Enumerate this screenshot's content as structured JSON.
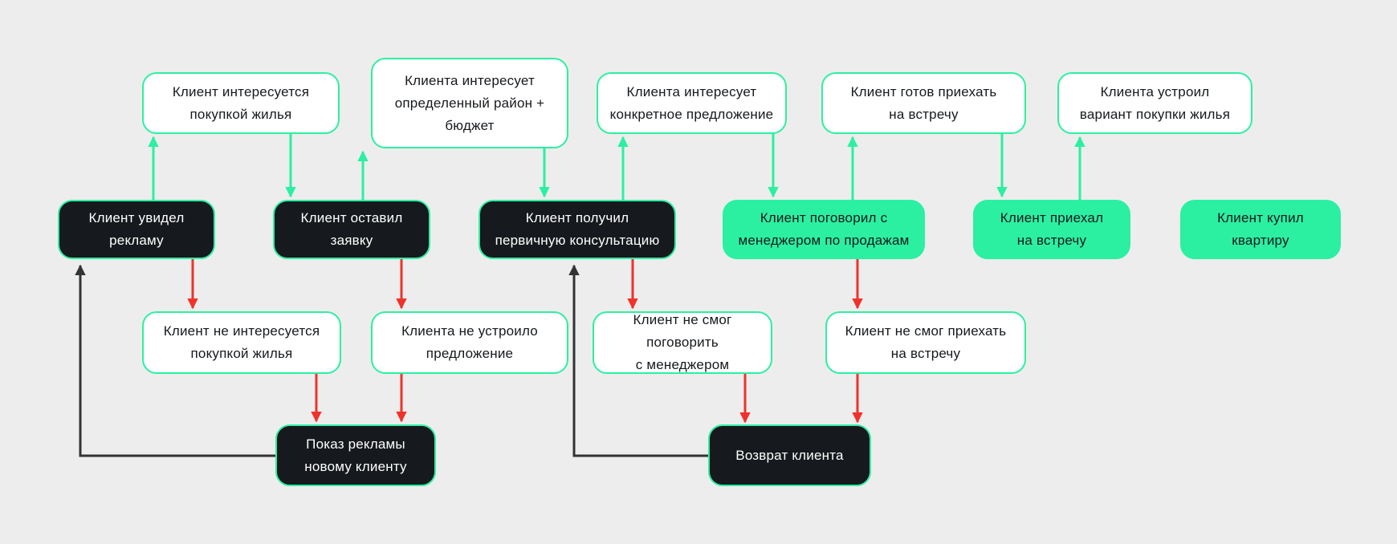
{
  "colors": {
    "green": "#2BF0A2",
    "dark": "#16191D",
    "red": "#F0322B",
    "arrow_black": "#333333",
    "background": "#EDEDED",
    "white": "#FFFFFF"
  },
  "nodes": {
    "top": [
      {
        "label": "Клиент интересуется\nпокупкой жилья"
      },
      {
        "label": "Клиента интересует\nопределенный район +\nбюджет"
      },
      {
        "label": "Клиента интересует\nконкретное предложение"
      },
      {
        "label": "Клиент готов приехать\nна встречу"
      },
      {
        "label": "Клиента устроил\nвариант покупки жилья"
      }
    ],
    "middle": [
      {
        "label": "Клиент увидел\nрекламу"
      },
      {
        "label": "Клиент оставил\nзаявку"
      },
      {
        "label": "Клиент получил\nпервичную консультацию"
      },
      {
        "label": "Клиент поговорил с\nменеджером по продажам"
      },
      {
        "label": "Клиент приехал\nна встречу"
      },
      {
        "label": "Клиент купил\nквартиру"
      }
    ],
    "fail": [
      {
        "label": "Клиент не интересуется\nпокупкой жилья"
      },
      {
        "label": "Клиента не устроило\nпредложение"
      },
      {
        "label": "Клиент не смог поговорить\nс менеджером"
      },
      {
        "label": "Клиент не смог приехать\nна встречу"
      }
    ],
    "loop": [
      {
        "label": "Показ рекламы\nновому клиенту"
      },
      {
        "label": "Возврат клиента"
      }
    ]
  }
}
